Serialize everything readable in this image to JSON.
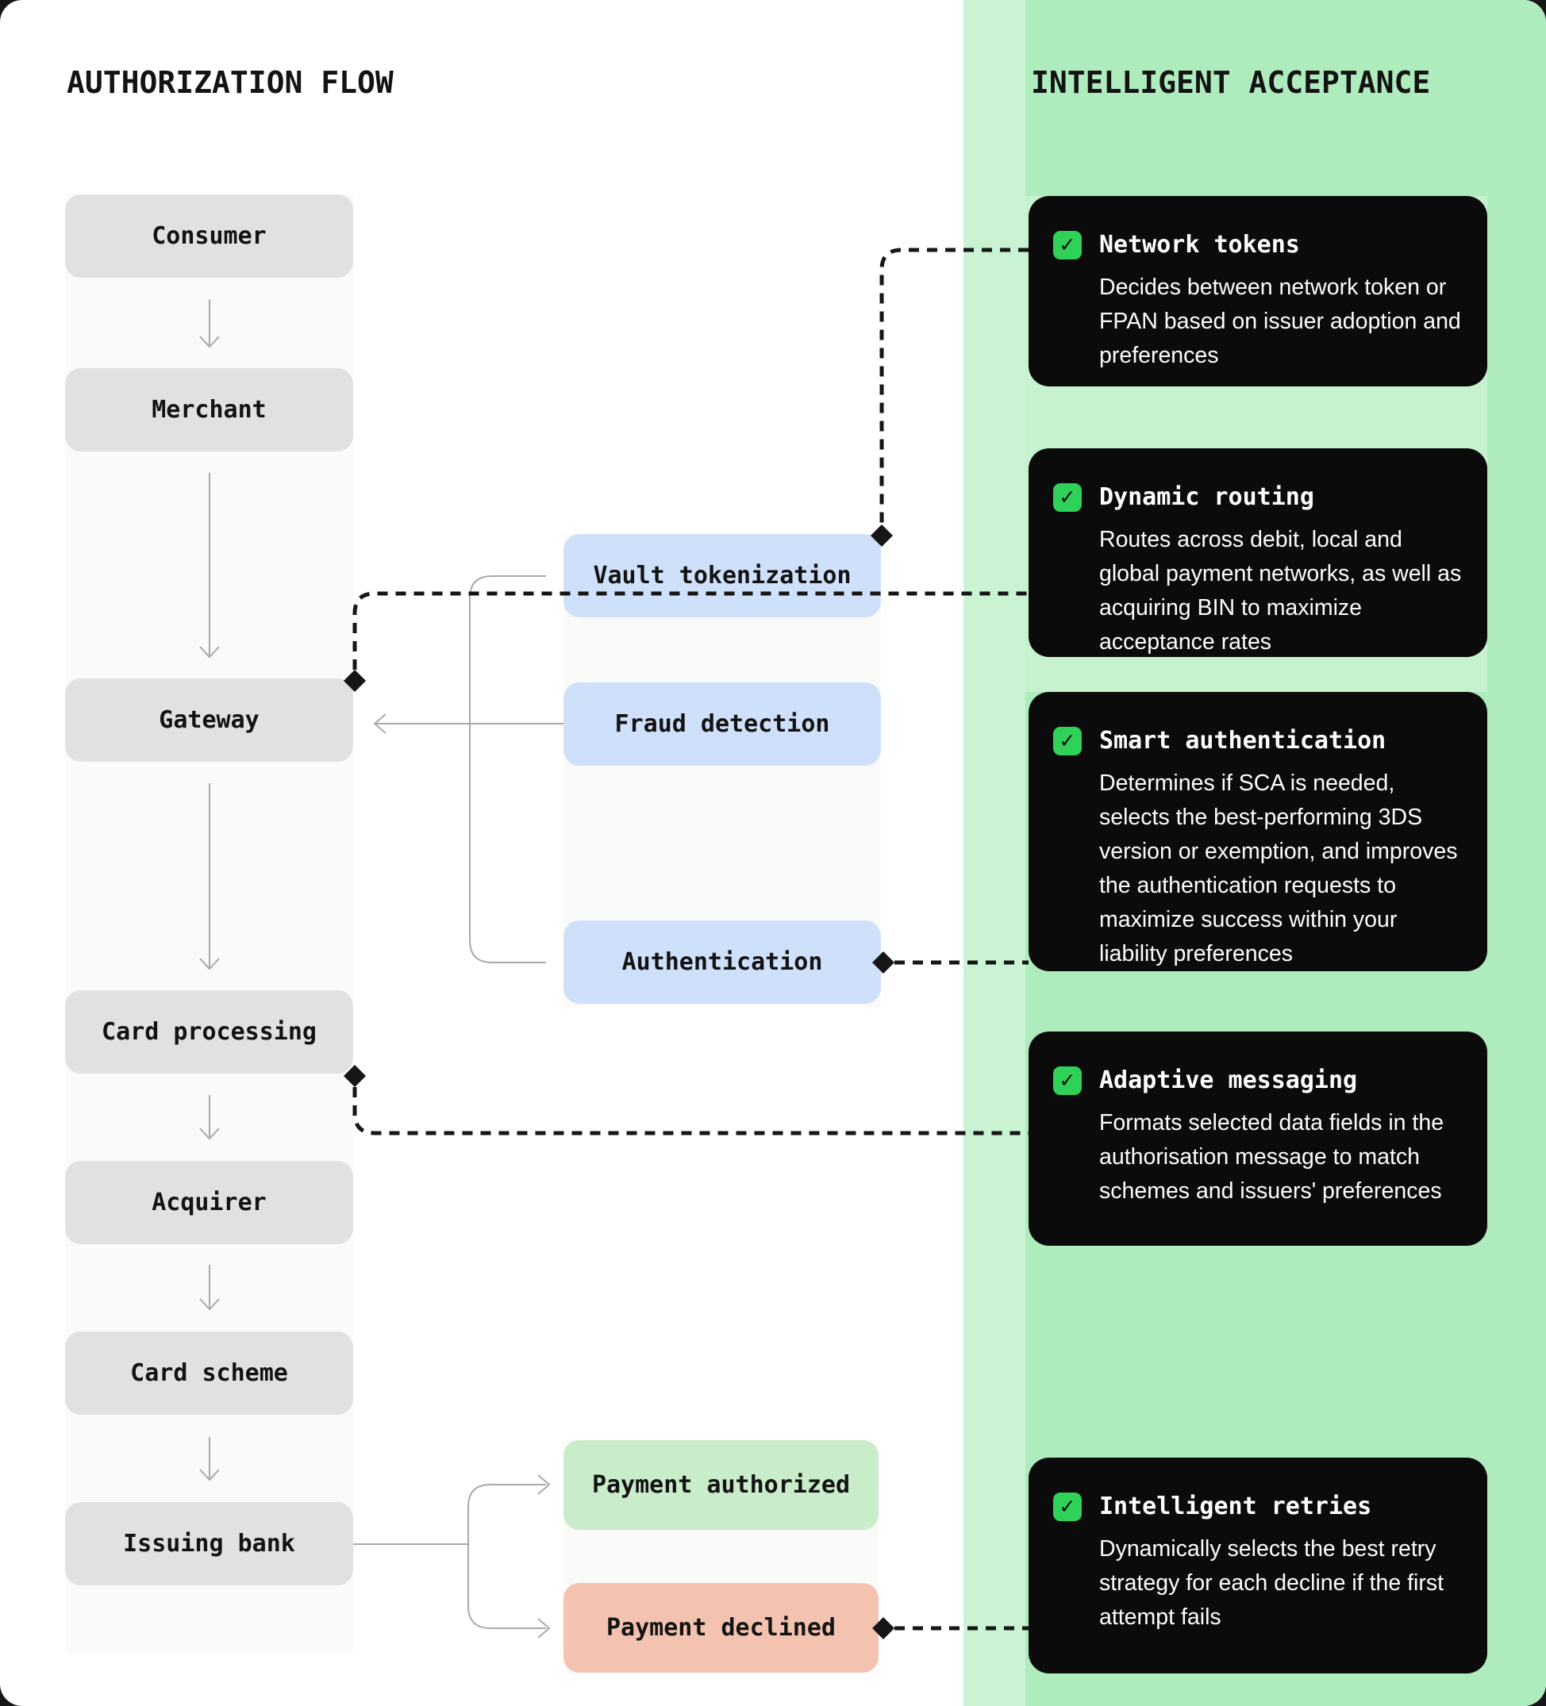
{
  "titles": {
    "left": "AUTHORIZATION FLOW",
    "right": "INTELLIGENT ACCEPTANCE"
  },
  "flow": {
    "nodes": [
      {
        "label": "Consumer"
      },
      {
        "label": "Merchant"
      },
      {
        "label": "Gateway"
      },
      {
        "label": "Card processing"
      },
      {
        "label": "Acquirer"
      },
      {
        "label": "Card scheme"
      },
      {
        "label": "Issuing bank"
      }
    ]
  },
  "services": [
    {
      "label": "Vault tokenization"
    },
    {
      "label": "Fraud detection"
    },
    {
      "label": "Authentication"
    }
  ],
  "outcomes": [
    {
      "label": "Payment authorized",
      "status": "success"
    },
    {
      "label": "Payment declined",
      "status": "declined"
    }
  ],
  "features": [
    {
      "icon": "checkbox",
      "title": "Network tokens",
      "body": "Decides between network token or FPAN based on issuer adoption and preferences"
    },
    {
      "icon": "checkbox",
      "title": "Dynamic routing",
      "body": "Routes across debit, local and global payment networks, as well as acquiring BIN to maximize acceptance rates"
    },
    {
      "icon": "checkbox",
      "title": "Smart authentication",
      "body": "Determines if SCA is needed, selects the best-performing 3DS version or exemption, and improves the authentication requests to maximize success within your liability preferences"
    },
    {
      "icon": "checkbox",
      "title": "Adaptive messaging",
      "body": "Formats selected data fields in the authorisation message to match schemes and issuers' preferences"
    },
    {
      "icon": "checkbox",
      "title": "Intelligent retries",
      "body": "Dynamically selects the best retry strategy for each decline if the first attempt fails"
    }
  ],
  "icons": {
    "check": "✓"
  },
  "colors": {
    "page-bg": "#ffffff",
    "panel-green": "#aeebbd",
    "band-green": "#c9f3d3",
    "slab-green": "#c6f2d0",
    "strip-gray": "#fafaf9",
    "node-gray": "#e2e1df",
    "service-blue": "#cfe1fa",
    "success-green": "#c9ecca",
    "declined-red": "#f4c3b0",
    "card-black": "#0b0b0b",
    "check-green": "#2fd159",
    "line-gray": "#a9a9a9",
    "dotted-black": "#161616",
    "ink": "#131313"
  }
}
